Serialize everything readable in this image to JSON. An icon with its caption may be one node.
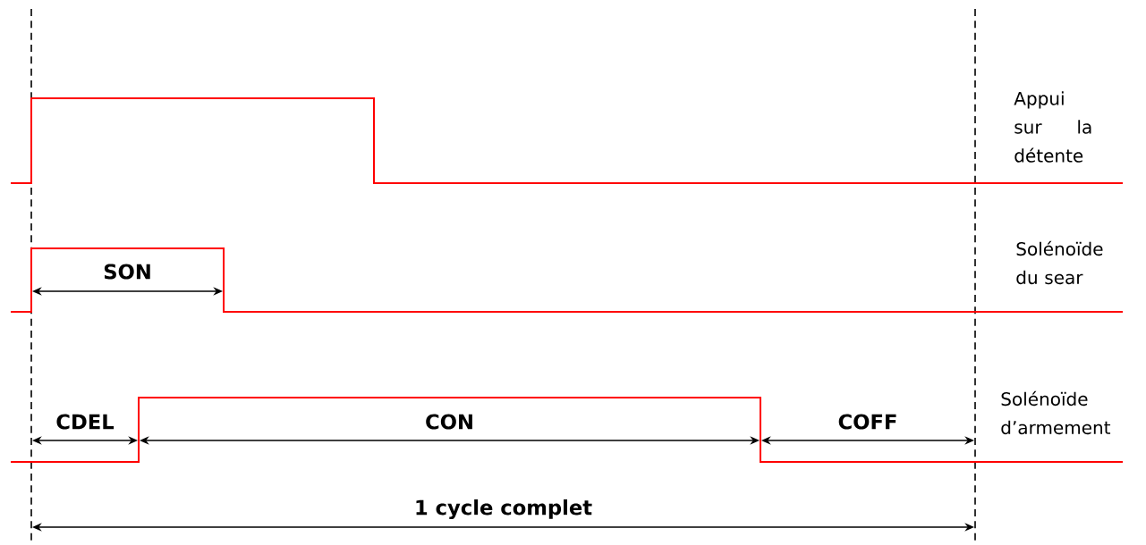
{
  "diagram": {
    "labels": [
      "Appui sur la détente",
      "Solénoïde du sear",
      "SON",
      "Solénoïde d’armement",
      "CDEL",
      "CON",
      "COFF",
      "1 cycle complet"
    ]
  }
}
